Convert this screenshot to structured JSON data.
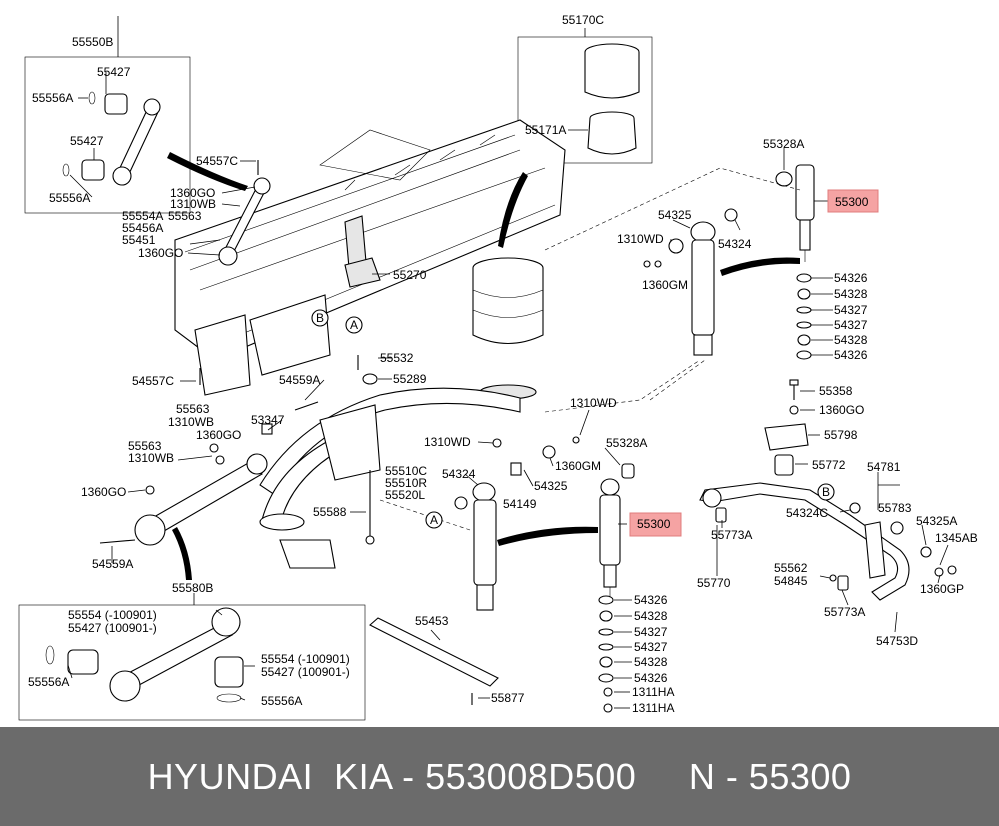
{
  "labels": [
    {
      "text": "55550B"
    },
    {
      "text": "55427"
    },
    {
      "text": "55556A"
    },
    {
      "text": "55427"
    },
    {
      "text": "55556A"
    },
    {
      "text": "55170C"
    },
    {
      "text": "55171A"
    },
    {
      "text": "54557C"
    },
    {
      "text": "1360GO"
    },
    {
      "text": "1310WB"
    },
    {
      "text": "55554A"
    },
    {
      "text": "55563"
    },
    {
      "text": "55456A"
    },
    {
      "text": "55451"
    },
    {
      "text": "1360GO"
    },
    {
      "text": "55270"
    },
    {
      "text": "55328A"
    },
    {
      "text": "55300",
      "highlight": true
    },
    {
      "text": "54325"
    },
    {
      "text": "1310WD"
    },
    {
      "text": "54324"
    },
    {
      "text": "1360GM"
    },
    {
      "text": "54326"
    },
    {
      "text": "54328"
    },
    {
      "text": "54327"
    },
    {
      "text": "54327"
    },
    {
      "text": "54328"
    },
    {
      "text": "54326"
    },
    {
      "text": "B"
    },
    {
      "text": "A"
    },
    {
      "text": "55532"
    },
    {
      "text": "54557C"
    },
    {
      "text": "54559A"
    },
    {
      "text": "55289"
    },
    {
      "text": "55563"
    },
    {
      "text": "1310WB"
    },
    {
      "text": "1360GO"
    },
    {
      "text": "53347"
    },
    {
      "text": "55563"
    },
    {
      "text": "1310WB"
    },
    {
      "text": "1360GO"
    },
    {
      "text": "1310WD"
    },
    {
      "text": "1310WD"
    },
    {
      "text": "1360GM"
    },
    {
      "text": "55510C"
    },
    {
      "text": "55510R"
    },
    {
      "text": "55520L"
    },
    {
      "text": "54324"
    },
    {
      "text": "54325"
    },
    {
      "text": "54149"
    },
    {
      "text": "55328A"
    },
    {
      "text": "55300",
      "highlight": true
    },
    {
      "text": "55588"
    },
    {
      "text": "A"
    },
    {
      "text": "54559A"
    },
    {
      "text": "55580B"
    },
    {
      "text": "55358"
    },
    {
      "text": "1360GO"
    },
    {
      "text": "55798"
    },
    {
      "text": "55772"
    },
    {
      "text": "54781"
    },
    {
      "text": "B"
    },
    {
      "text": "54324C"
    },
    {
      "text": "55783"
    },
    {
      "text": "54325A"
    },
    {
      "text": "1345AB"
    },
    {
      "text": "55773A"
    },
    {
      "text": "55770"
    },
    {
      "text": "55562"
    },
    {
      "text": "54845"
    },
    {
      "text": "1360GP"
    },
    {
      "text": "55773A"
    },
    {
      "text": "54753D"
    },
    {
      "text": "55554 (-100901)"
    },
    {
      "text": "55427 (100901-)"
    },
    {
      "text": "55556A"
    },
    {
      "text": "55554 (-100901)"
    },
    {
      "text": "55427 (100901-)"
    },
    {
      "text": "55556A"
    },
    {
      "text": "55453"
    },
    {
      "text": "55877"
    },
    {
      "text": "54326"
    },
    {
      "text": "54328"
    },
    {
      "text": "54327"
    },
    {
      "text": "54327"
    },
    {
      "text": "54328"
    },
    {
      "text": "54326"
    },
    {
      "text": "1311HA"
    },
    {
      "text": "1311HA"
    }
  ],
  "footer": {
    "text": "HYUNDAI  KIA - 553008D500     N - 55300"
  }
}
